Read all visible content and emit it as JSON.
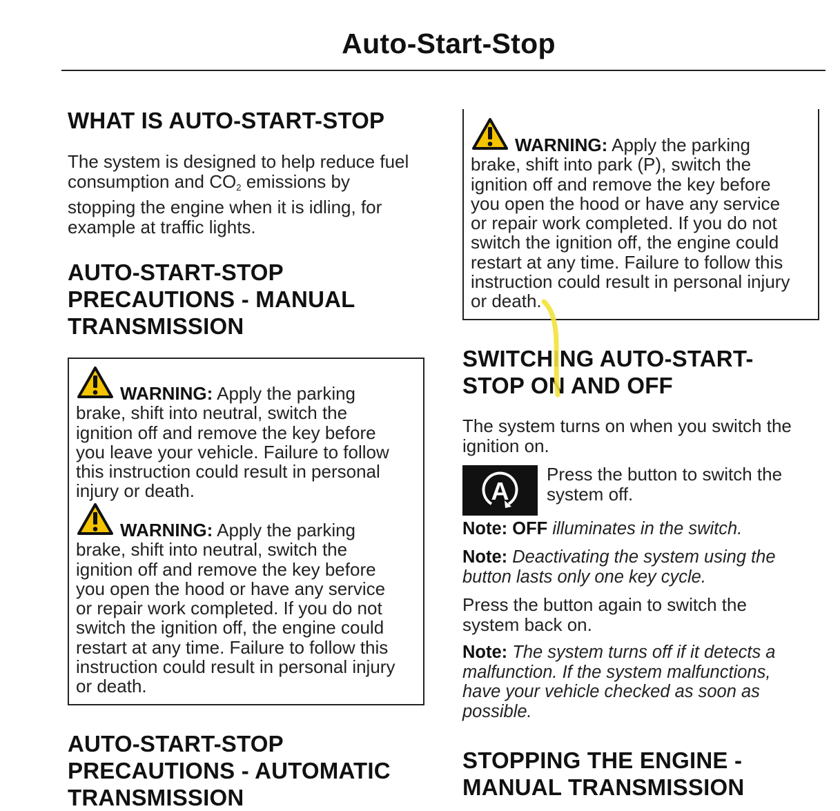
{
  "page_title": "Auto-Start-Stop",
  "left": {
    "what_heading": "WHAT IS AUTO-START-STOP",
    "what_body_1": "The system is designed to help reduce fuel\nconsumption and CO",
    "what_body_sub": "2",
    "what_body_2": " emissions by\nstopping the engine when it is idling, for\nexample at traffic lights.",
    "manual_heading": "AUTO-START-STOP\nPRECAUTIONS - MANUAL\nTRANSMISSION",
    "manual_warning_1_label": "WARNING:",
    "manual_warning_1_first": " Apply the parking",
    "manual_warning_1_rest": "brake, shift into neutral, switch the\nignition off and remove the key before\nyou leave your vehicle. Failure to follow\nthis instruction could result in personal\ninjury or death.",
    "manual_warning_2_label": "WARNING:",
    "manual_warning_2_first": " Apply the parking",
    "manual_warning_2_rest": "brake, shift into neutral, switch the\nignition off and remove the key before\nyou open the hood or have any service\nor repair work completed. If you do not\nswitch the ignition off, the engine could\nrestart at any time. Failure to follow this\ninstruction could result in personal injury\nor death.",
    "automatic_heading": "AUTO-START-STOP\nPRECAUTIONS - AUTOMATIC\nTRANSMISSION"
  },
  "right": {
    "auto_warning_label": "WARNING:",
    "auto_warning_first": " Apply the parking",
    "auto_warning_rest": "brake, shift into park (P), switch the\nignition off and remove the key before\nyou open the hood or have any service\nor repair work completed. If you do not\nswitch the ignition off, the engine could\nrestart at any time. Failure to follow this\ninstruction could result in personal injury\nor death.",
    "switching_heading": "SWITCHING AUTO-START-\nSTOP ON AND OFF",
    "switching_body": "The system turns on when you switch the\nignition on.",
    "button_glyph": "A",
    "button_text": "Press the button to switch the\nsystem off.",
    "note1_label": "Note:",
    "note1_off": "OFF",
    "note1_text": " illuminates in the switch.",
    "note2_label": "Note:",
    "note2_text": " Deactivating the system using the\nbutton lasts only one key cycle.",
    "again_body": "Press the button again to switch the\nsystem back on.",
    "note3_label": "Note:",
    "note3_text": "  The system turns off if it detects a\nmalfunction.  If the system malfunctions,\nhave your vehicle checked as soon as\npossible.",
    "stopping_heading": "STOPPING THE ENGINE -\nMANUAL TRANSMISSION"
  },
  "colors": {
    "warning_triangle": "#f5c400",
    "highlighter": "#f2e23a",
    "text": "#1a1a1a",
    "button_bg": "#111111"
  },
  "icons": {
    "warning": "warning-triangle-icon",
    "auto_start_stop": "auto-start-stop-icon"
  }
}
